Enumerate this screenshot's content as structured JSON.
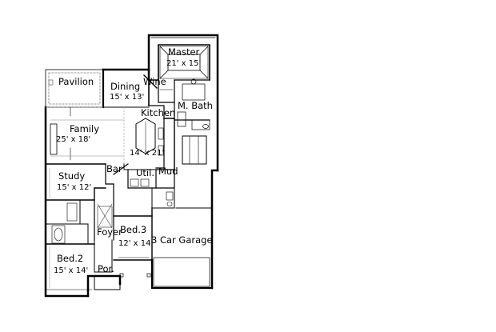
{
  "rooms": {
    "master": {
      "name": "Master",
      "dims": "21' x 15'"
    },
    "pavilion": {
      "name": "Pavilion"
    },
    "dining": {
      "name": "Dining",
      "dims": "15' x 13'"
    },
    "wine": {
      "name": "Wine"
    },
    "mbath": {
      "name": "M. Bath"
    },
    "kitchen": {
      "name": "Kitchen",
      "dims": "14' x 21'"
    },
    "family": {
      "name": "Family",
      "dims": "25' x 18'"
    },
    "bar": {
      "name": "Bar"
    },
    "util": {
      "name": "Util."
    },
    "mud": {
      "name": "Mud"
    },
    "study": {
      "name": "Study",
      "dims": "15' x 12'"
    },
    "foyer": {
      "name": "Foyer"
    },
    "bed3": {
      "name": "Bed.3",
      "dims": "12' x 14'"
    },
    "garage": {
      "name": "3 Car Garage"
    },
    "bed2": {
      "name": "Bed.2",
      "dims": "15' x 14'"
    },
    "porch": {
      "name": "Por."
    }
  }
}
